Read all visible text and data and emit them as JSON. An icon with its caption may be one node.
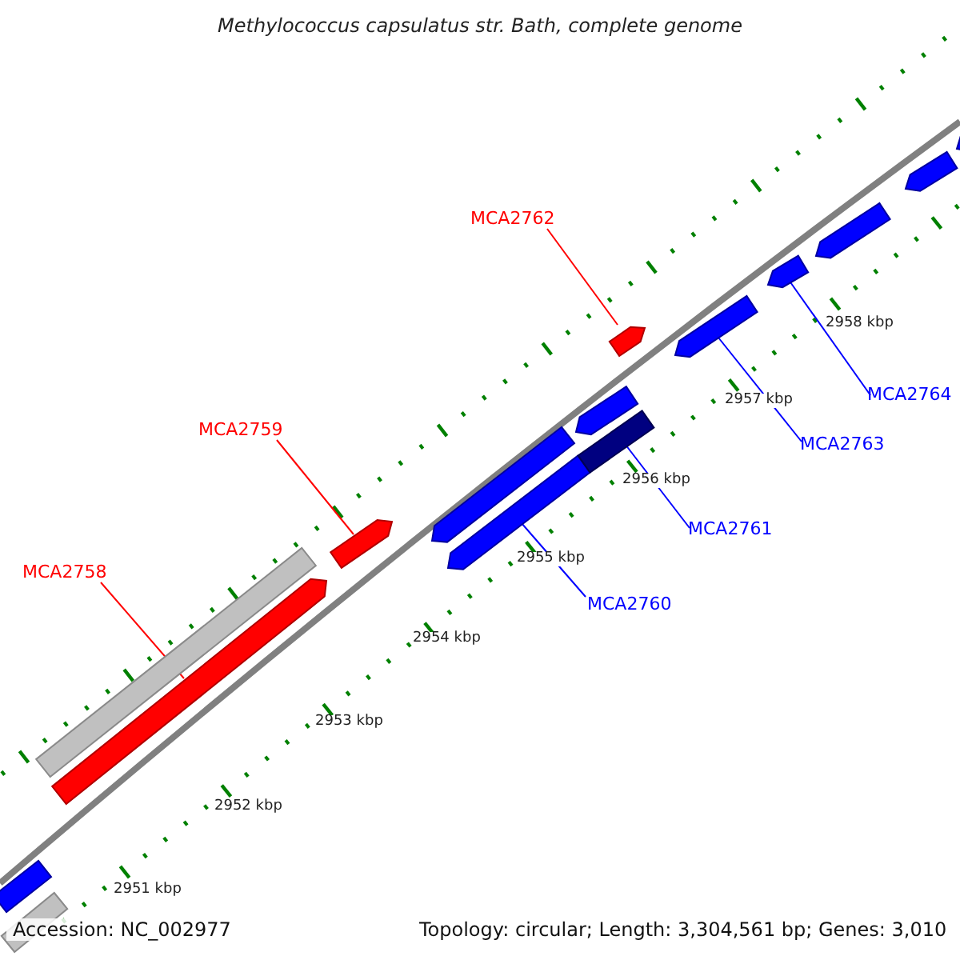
{
  "diagram": {
    "title": "Methylococcus capsulatus str. Bath, complete genome",
    "nodes": [
      {
        "text": [
          "MCA2762"
        ]
      },
      {
        "text": [
          "MCA2764"
        ]
      },
      {
        "text": [
          "MCA2759"
        ]
      },
      {
        "text": [
          "MCA2763"
        ]
      },
      {
        "text": [
          "MCA2761"
        ]
      },
      {
        "text": [
          "MCA2758"
        ]
      },
      {
        "text": [
          "MCA2760"
        ]
      },
      {
        "text": [],
        "shape": "bar"
      },
      {
        "text": [],
        "shape": "bar"
      },
      {
        "text": [],
        "shape": "bar"
      },
      {
        "text": [],
        "shape": "bar"
      },
      {
        "text": [],
        "shape": "bar"
      },
      {
        "text": [],
        "shape": "bar"
      },
      {
        "text": [],
        "shape": "bar"
      },
      {
        "text": [],
        "shape": "bar"
      },
      {
        "text": [],
        "shape": "bar"
      },
      {
        "text": [],
        "shape": "bar"
      },
      {
        "text": [],
        "shape": "bar"
      },
      {
        "text": [],
        "shape": "bar"
      },
      {
        "text": [],
        "shape": "bar"
      },
      {
        "text": [],
        "shape": "bar"
      },
      {
        "text": [],
        "shape": "bar"
      }
    ],
    "edges": [
      {
        "from": 0,
        "to": 16,
        "arrow": "none",
        "color": "#ff0000"
      },
      {
        "from": 1,
        "to": 18,
        "arrow": "none"
      },
      {
        "from": 2,
        "to": 11,
        "arrow": "none",
        "color": "#ff0000"
      },
      {
        "from": 3,
        "to": 17,
        "arrow": "none"
      },
      {
        "from": 4,
        "to": 15,
        "arrow": "none"
      },
      {
        "from": 5,
        "to": 10,
        "arrow": "none",
        "color": "#ff0000"
      },
      {
        "from": 6,
        "to": 13,
        "arrow": "none"
      }
    ],
    "labels": [
      "2958 kbp",
      "2957 kbp",
      "2956 kbp",
      "2955 kbp",
      "2954 kbp",
      "2953 kbp",
      "2952 kbp",
      "2951 kbp",
      "Accession: NC_002977",
      "Topology: circular; Length: 3,304,561 bp; Genes: 3,010"
    ]
  }
}
